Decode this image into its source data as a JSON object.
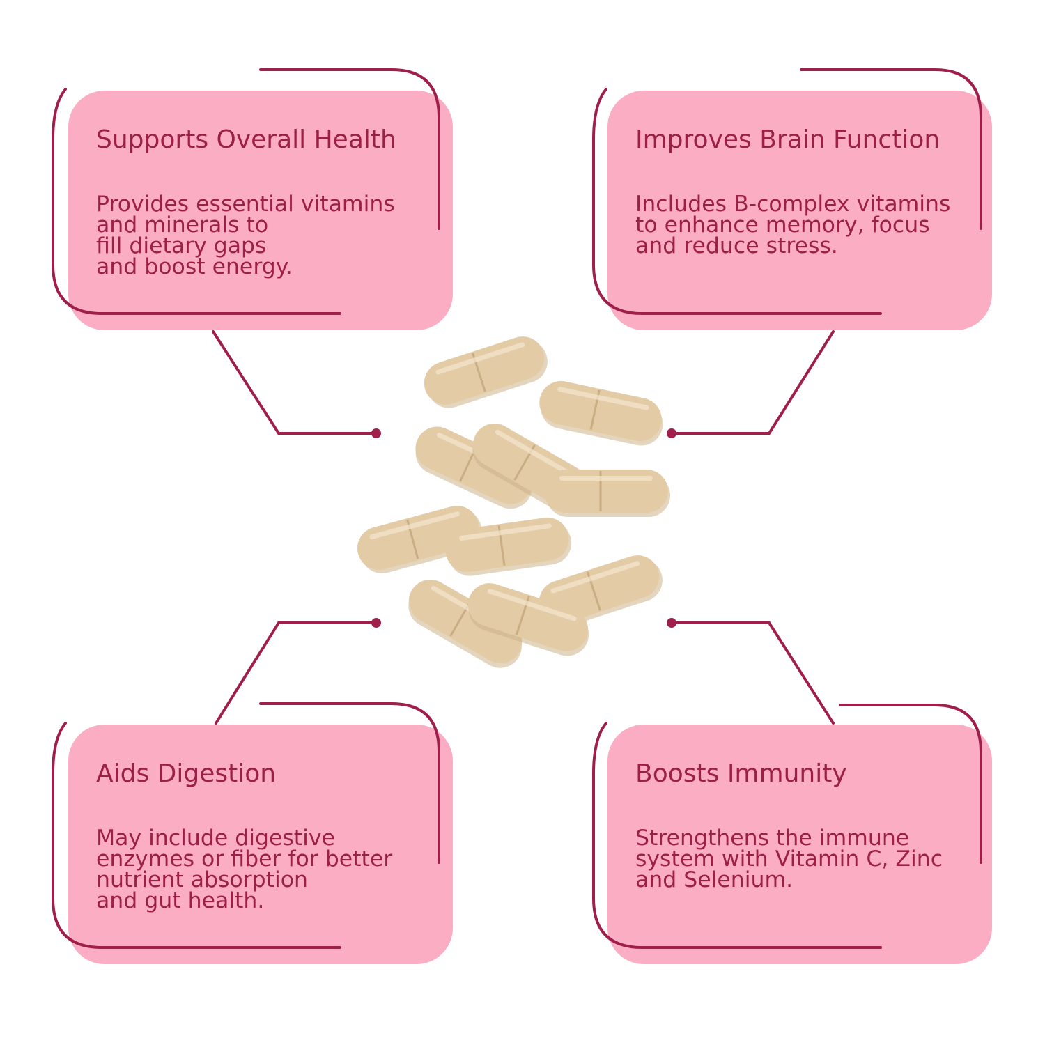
{
  "colors": {
    "card_bg": "#fbadc4",
    "accent": "#a01e4a",
    "text": "#9c1f46",
    "capsule": "#e3cba6"
  },
  "icons": [
    "capsule-icon"
  ],
  "features": [
    {
      "title": "Supports Overall Health",
      "lines": [
        "Provides essential vitamins",
        "and minerals to",
        "fill dietary gaps",
        "and boost energy."
      ]
    },
    {
      "title": "Improves Brain Function",
      "lines": [
        "Includes B-complex vitamins",
        "to enhance memory, focus",
        "and reduce stress."
      ]
    },
    {
      "title": "Aids Digestion",
      "lines": [
        "May include digestive",
        "enzymes or fiber for better",
        "nutrient absorption",
        "and gut health."
      ]
    },
    {
      "title": "Boosts Immunity",
      "lines": [
        "Strengthens the immune",
        "system with Vitamin C, Zinc",
        "and Selenium."
      ]
    }
  ]
}
